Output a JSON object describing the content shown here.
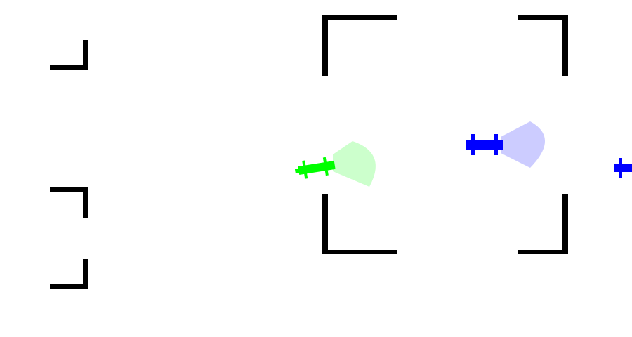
{
  "scene": {
    "background": "#ffffff",
    "wall_color": "#000000"
  },
  "agents": [
    {
      "name": "green-agent",
      "color": "#00ff00",
      "view_cone_color": "#ccffcc"
    },
    {
      "name": "blue-agent",
      "color": "#0000ff",
      "view_cone_color": "#ccccff"
    },
    {
      "name": "blue-agent-offscreen",
      "color": "#0000ff"
    }
  ]
}
